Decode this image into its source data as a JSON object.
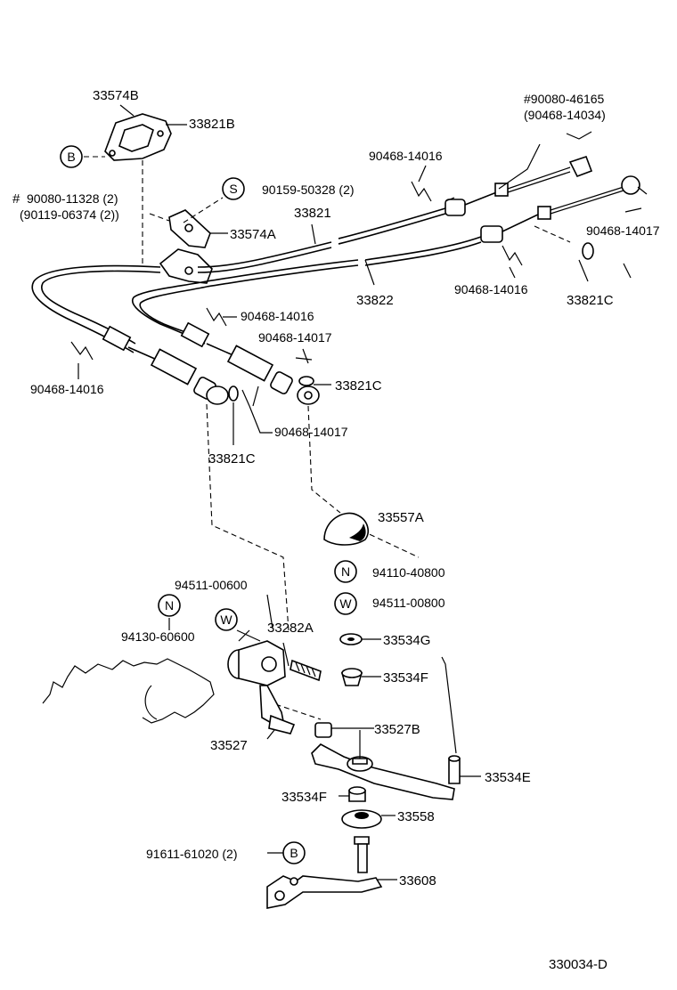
{
  "diagram": {
    "code": "330034-D",
    "symbols": {
      "b": "B",
      "s": "S",
      "n": "N",
      "w": "W",
      "hash": "#"
    },
    "labels": {
      "p33574B": "33574B",
      "p33821B": "33821B",
      "p90080_11328": "90080-11328 (2)",
      "p90119_06374": "(90119-06374 (2))",
      "p90159_50328": "90159-50328 (2)",
      "p33574A": "33574A",
      "p33821": "33821",
      "p90080_46165": "#90080-46165",
      "p90468_14034": "(90468-14034)",
      "p90468_14016_top": "90468-14016",
      "p90468_14017_right": "90468-14017",
      "p90468_14016_right": "90468-14016",
      "p33821C_right": "33821C",
      "p33822": "33822",
      "p90468_14016_mid": "90468-14016",
      "p90468_14017_mid": "90468-14017",
      "p33821C_mid": "33821C",
      "p90468_14016_left": "90468-14016",
      "p90468_14017_low": "90468-14017",
      "p33821C_low": "33821C",
      "p33557A": "33557A",
      "p94110_40800": "94110-40800",
      "p94511_00800": "94511-00800",
      "p94511_00600": "94511-00600",
      "p94130_60600": "94130-60600",
      "p33282A": "33282A",
      "p33534G": "33534G",
      "p33534F_top": "33534F",
      "p33527": "33527",
      "p33527B": "33527B",
      "p33534E": "33534E",
      "p33534F_low": "33534F",
      "p33558": "33558",
      "p91611_61020": "91611-61020 (2)",
      "p33608": "33608"
    }
  }
}
